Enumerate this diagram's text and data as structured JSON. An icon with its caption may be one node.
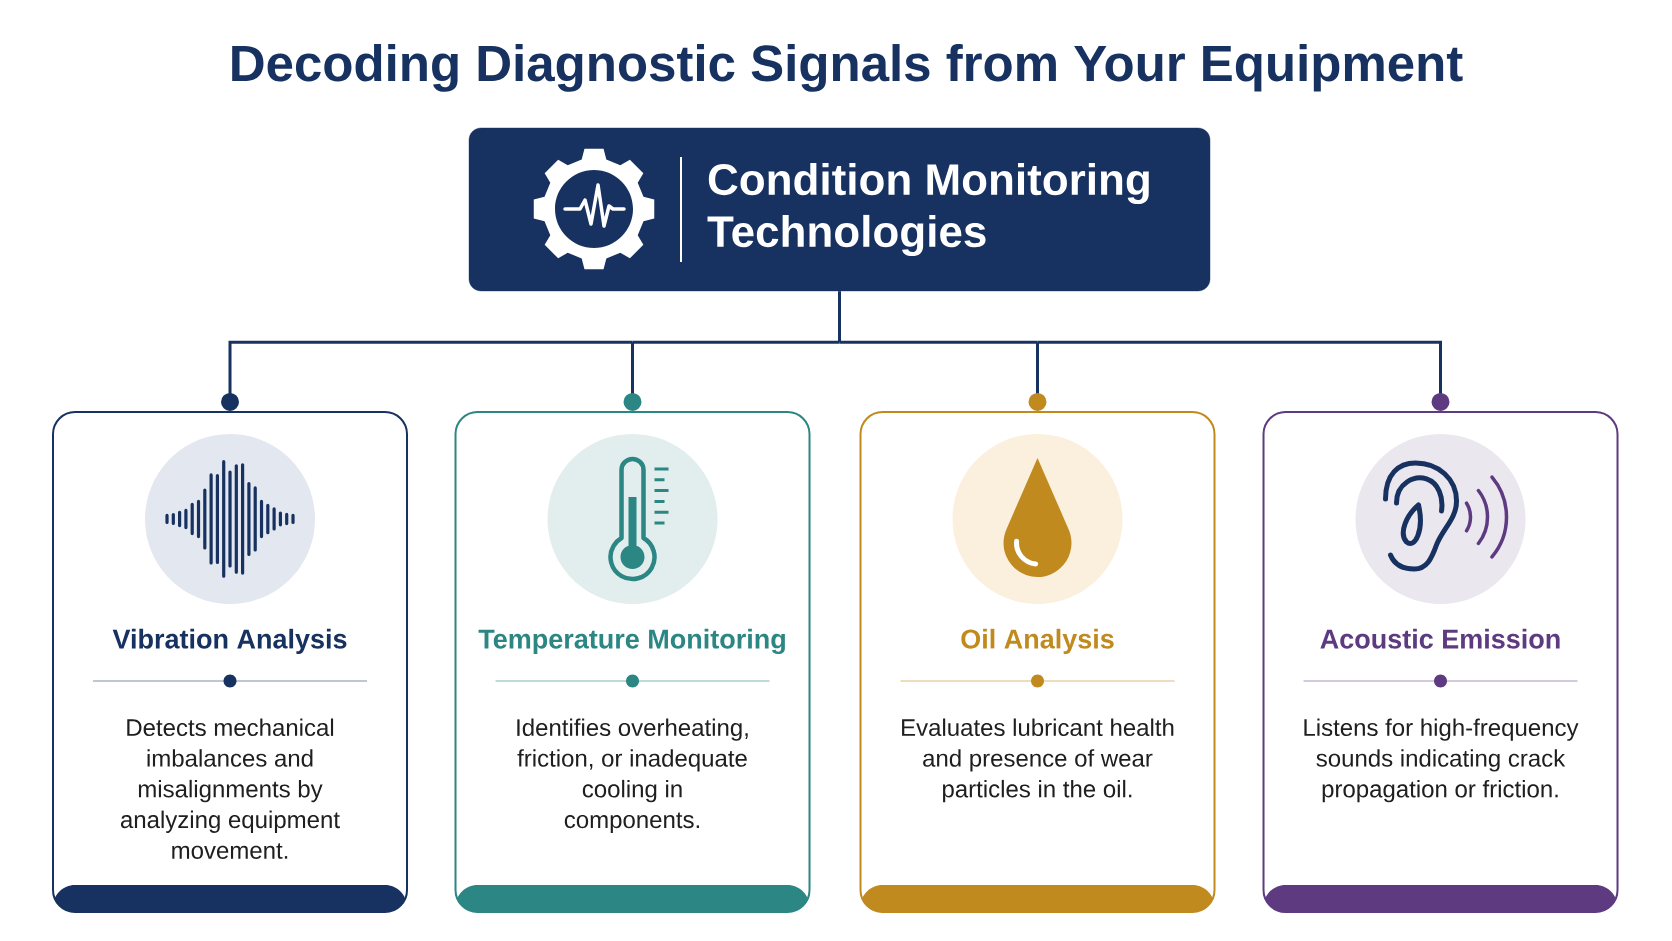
{
  "diagram": {
    "title": "Decoding Diagnostic Signals from Your Equipment",
    "nodes": [
      {
        "text": [
          "Condition Monitoring Technologies"
        ]
      },
      {
        "text": [
          "Vibration Analysis",
          "Detects mechanical imbalances and misalignments by analyzing equipment movement."
        ]
      },
      {
        "text": [
          "Temperature Monitoring",
          "Identifies overheating, friction, or inadequate cooling in components."
        ]
      },
      {
        "text": [
          "Oil Analysis",
          "Evaluates lubricant health and presence of wear particles in the oil."
        ]
      },
      {
        "text": [
          "Acoustic Emission",
          "Listens for high-frequency sounds indicating crack propagation or friction."
        ]
      }
    ],
    "edges": [
      {
        "from": 0,
        "to": 1,
        "arrow": "other"
      },
      {
        "from": 0,
        "to": 2,
        "arrow": "other"
      },
      {
        "from": 0,
        "to": 3,
        "arrow": "other"
      },
      {
        "from": 0,
        "to": 4,
        "arrow": "other"
      }
    ]
  }
}
